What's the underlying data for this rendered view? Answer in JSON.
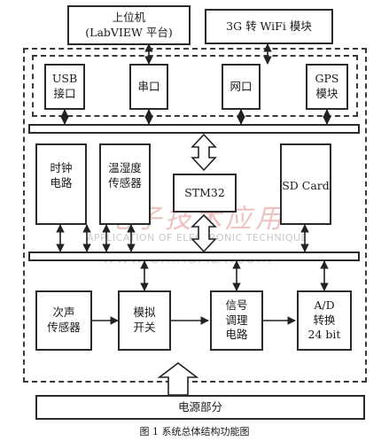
{
  "blocks": {
    "host_pc": "上位机\n(LabVIEW 平台)",
    "wifi_module": "3G 转 WiFi 模块",
    "usb_port": "USB\n接口",
    "serial_port": "串口",
    "network_port": "网口",
    "gps_module": "GPS\n模块",
    "clock_circuit": "时钟\n电路",
    "temp_humidity_sensor": "温湿度\n传感器",
    "stm32": "STM32",
    "sd_card": "SD  Card",
    "infrasound_sensor": "次声\n传感器",
    "analog_switch": "模拟\n开关",
    "signal_conditioning": "信号\n调理\n电路",
    "adc": "A/D\n转换\n24 bit",
    "power": "电源部分"
  },
  "watermark": {
    "cn": "电子技术应用",
    "en": "APPLICATION OF ELECTRONIC TECHNIQUE",
    "url": "www.ChinaAET.com"
  },
  "caption": "图 1  系统总体结构功能图"
}
